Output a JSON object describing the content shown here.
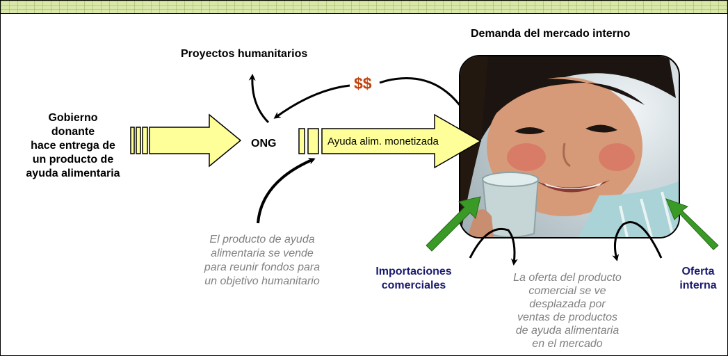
{
  "labels": {
    "donor_government": "Gobierno\ndonante\nhace entrega de\nun producto de\nayuda alimentaria",
    "ngo": "ONG",
    "humanitarian_projects": "Proyectos humanitarios",
    "money": "$$",
    "monetized_aid": "Ayuda alim. monetizada",
    "domestic_demand": "Demanda del mercado interno",
    "commercial_imports": "Importaciones\ncomerciales",
    "domestic_supply": "Oferta\ninterna"
  },
  "notes": {
    "aid_sold": "El producto de ayuda\nalimentaria se vende\npara reunir fondos para\nun objetivo humanitario",
    "displacement": "La oferta del producto\ncomercial se ve\ndesplazada por\nventas de productos\nde ayuda alimentaria\nen el mercado"
  },
  "colors": {
    "arrow_fill": "#ffff99",
    "green_arrow": "#3a9a26",
    "money": "#c0420e",
    "blue_text": "#1a1a6e",
    "note_text": "#808080"
  },
  "photo": {
    "icon": "child-drinking-milk-photo"
  }
}
